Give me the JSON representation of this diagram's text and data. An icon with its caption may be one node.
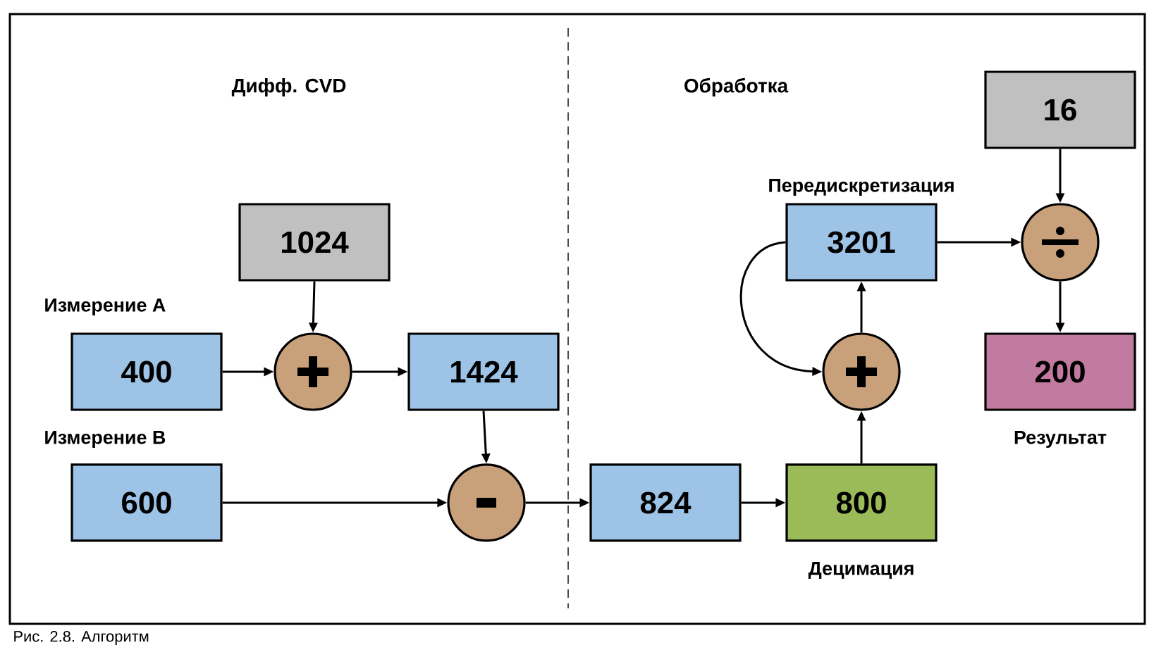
{
  "diagram": {
    "caption": "Рис. 2.8. Алгоритм",
    "nodes": [
      {
        "text": [
          "1024"
        ]
      },
      {
        "text": [
          "400"
        ],
        "beside": [
          "Измерение A"
        ]
      },
      {
        "text": [],
        "shape": "circle"
      },
      {
        "text": [
          "1424"
        ]
      },
      {
        "text": [
          "600"
        ],
        "beside": [
          "Измерение B"
        ]
      },
      {
        "text": [],
        "shape": "circle"
      },
      {
        "text": [
          "824"
        ]
      },
      {
        "text": [
          "800"
        ],
        "beside": [
          "Децимация"
        ]
      },
      {
        "text": [],
        "shape": "circle"
      },
      {
        "text": [
          "3201"
        ],
        "beside": [
          "Передискретизация"
        ]
      },
      {
        "text": [
          "16"
        ]
      },
      {
        "text": [],
        "shape": "circle"
      },
      {
        "text": [
          "200"
        ],
        "beside": [
          "Результат"
        ]
      }
    ],
    "edges": [
      {
        "from": 0,
        "to": 2,
        "arrow": "to"
      },
      {
        "from": 1,
        "to": 2,
        "arrow": "to"
      },
      {
        "from": 2,
        "to": 3,
        "arrow": "to"
      },
      {
        "from": 3,
        "to": 5,
        "arrow": "to"
      },
      {
        "from": 4,
        "to": 5,
        "arrow": "to"
      },
      {
        "from": 5,
        "to": 6,
        "arrow": "to"
      },
      {
        "from": 6,
        "to": 7,
        "arrow": "to"
      },
      {
        "from": 7,
        "to": 8,
        "arrow": "to"
      },
      {
        "from": 8,
        "to": 9,
        "arrow": "to"
      },
      {
        "from": 9,
        "to": 8,
        "arrow": "to"
      },
      {
        "from": 9,
        "to": 11,
        "arrow": "to"
      },
      {
        "from": 10,
        "to": 11,
        "arrow": "to"
      },
      {
        "from": 11,
        "to": 12,
        "arrow": "to"
      }
    ],
    "labels": [
      "Дифф. CVD",
      "Обработка"
    ]
  }
}
